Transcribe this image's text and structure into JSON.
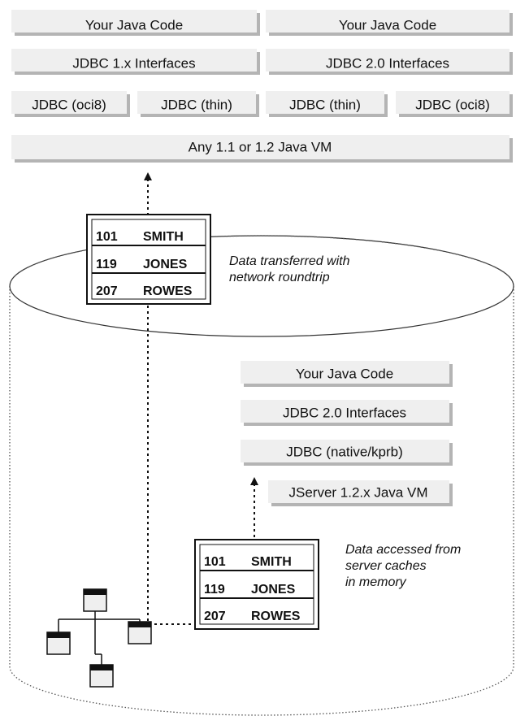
{
  "client_stack": {
    "left": {
      "code": "Your Java Code",
      "interfaces": "JDBC 1.x Interfaces",
      "driver_a": "JDBC (oci8)",
      "driver_b": "JDBC (thin)"
    },
    "right": {
      "code": "Your Java Code",
      "interfaces": "JDBC 2.0 Interfaces",
      "driver_a": "JDBC (thin)",
      "driver_b": "JDBC (oci8)"
    },
    "vm": "Any 1.1 or 1.2 Java VM"
  },
  "server_stack": {
    "code": "Your Java Code",
    "interfaces": "JDBC 2.0 Interfaces",
    "driver": "JDBC (native/kprb)",
    "vm": "JServer 1.2.x Java VM"
  },
  "network_table": {
    "rows": [
      {
        "id": "101",
        "name": "SMITH"
      },
      {
        "id": "119",
        "name": "JONES"
      },
      {
        "id": "207",
        "name": "ROWES"
      }
    ],
    "caption_line1": "Data transferred with",
    "caption_line2": "network roundtrip"
  },
  "cache_table": {
    "rows": [
      {
        "id": "101",
        "name": "SMITH"
      },
      {
        "id": "119",
        "name": "JONES"
      },
      {
        "id": "207",
        "name": "ROWES"
      }
    ],
    "caption_line1": "Data accessed from",
    "caption_line2": "server caches",
    "caption_line3": "in memory"
  },
  "colors": {
    "box_fill": "#efefef",
    "box_shadow": "#b4b4b4",
    "line": "#111111"
  }
}
